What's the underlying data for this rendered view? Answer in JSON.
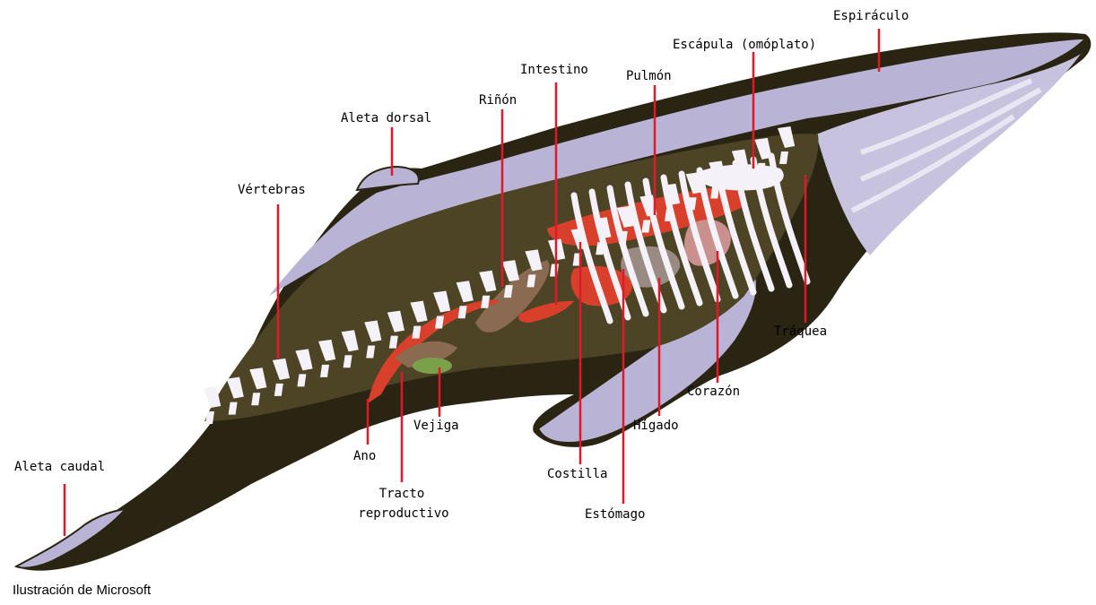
{
  "credit": "Ilustración de Microsoft",
  "colors": {
    "body_fill": "#4d4426",
    "skin_dark": "#2a2412",
    "skin_light": "#b9b4d6",
    "skin_pale": "#e8e6f2",
    "bone": "#f4f2f8",
    "leader_line": "#e0192a",
    "organ_red": "#d8402c",
    "organ_pink": "#c9908e",
    "organ_brown": "#8a6a50",
    "bladder_green": "#7aa04a"
  },
  "labels": {
    "espiraculo": "Espiráculo",
    "escapula": "Escápula (omóplato)",
    "intestino": "Intestino",
    "pulmon": "Pulmón",
    "rinon": "Riñón",
    "aleta_dorsal": "Aleta dorsal",
    "vertebras": "Vértebras",
    "traquea": "Tráquea",
    "corazon": "Corazón",
    "higado": "Hígado",
    "vejiga": "Vejiga",
    "ano": "Ano",
    "costilla": "Costilla",
    "estomago": "Estómago",
    "tracto_line1": "Tracto",
    "tracto_line2": "reproductivo",
    "aleta_caudal": "Aleta caudal"
  }
}
